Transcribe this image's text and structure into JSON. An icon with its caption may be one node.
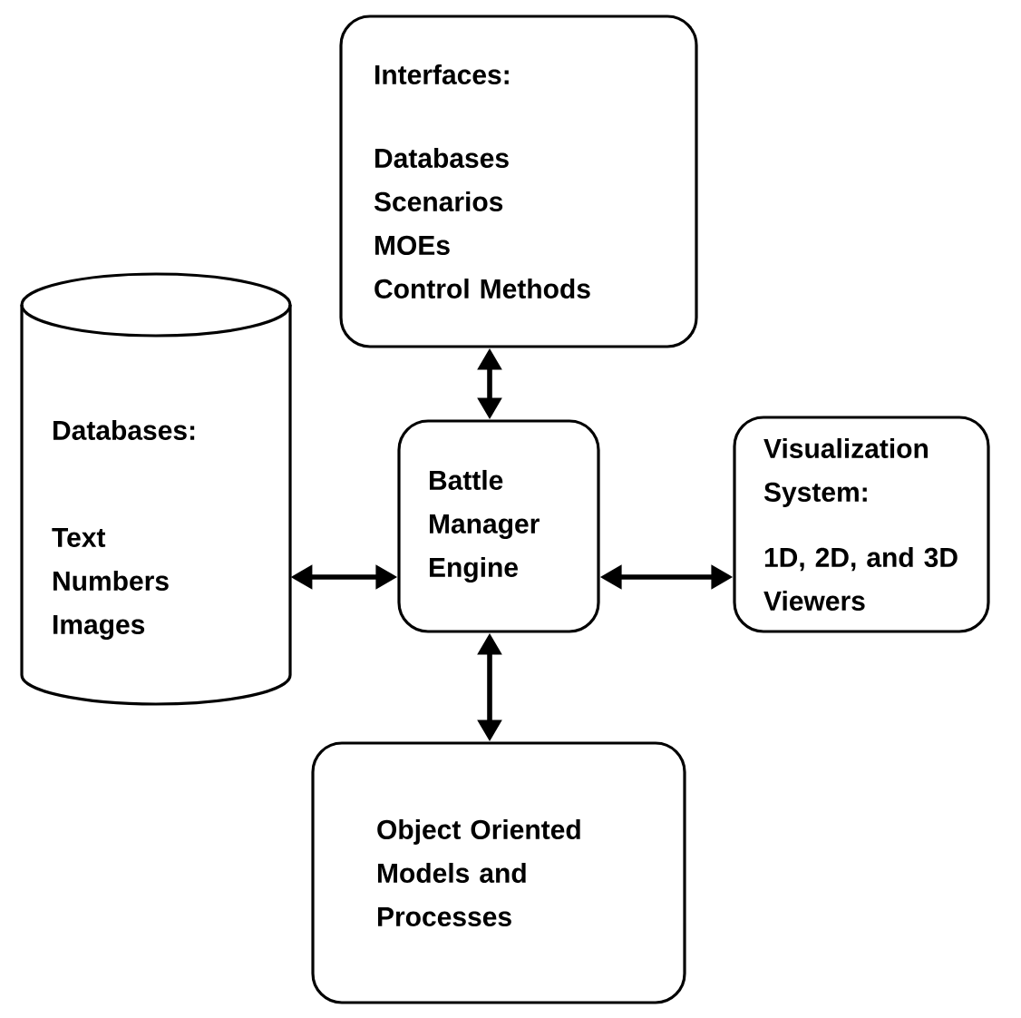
{
  "diagram": {
    "nodes": [
      {
        "text": [
          "Interfaces:",
          "Databases",
          "Scenarios",
          "MOEs",
          "Control Methods"
        ]
      },
      {
        "text": [
          "Databases:",
          "Text",
          "Numbers",
          "Images"
        ]
      },
      {
        "text": [
          "Battle Manager Engine"
        ]
      },
      {
        "text": [
          "Visualization System:",
          "1D, 2D, and 3D Viewers"
        ]
      },
      {
        "text": [
          "Object Oriented Models and Processes"
        ]
      }
    ],
    "edges": [
      {
        "from": 0,
        "to": 2,
        "arrow": "both"
      },
      {
        "from": 1,
        "to": 2,
        "arrow": "both"
      },
      {
        "from": 2,
        "to": 3,
        "arrow": "both"
      },
      {
        "from": 2,
        "to": 4,
        "arrow": "both"
      }
    ]
  }
}
